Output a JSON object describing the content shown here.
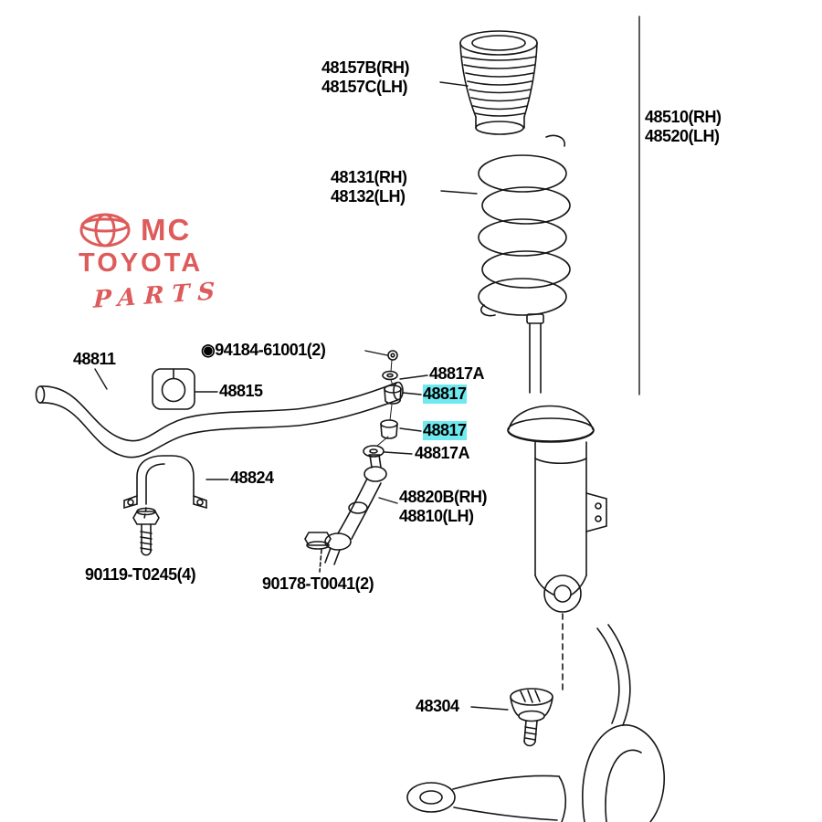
{
  "diagram": {
    "title": "toyota-front-suspension-parts-diagram",
    "highlight_color": "#6FE9F0",
    "watermark": {
      "line1": "MC",
      "line2": "TOYOTA",
      "line3": "PARTS",
      "color": "#D8403F"
    },
    "labels": {
      "dust_boot": "48157B(RH)\n48157C(LH)",
      "shock_assembly": "48510(RH)\n48520(LH)",
      "coil_spring": "48131(RH)\n48132(LH)",
      "nut_94184": "◉94184-61001(2)",
      "stabilizer_bar": "48811",
      "bushing": "48815",
      "cushion_retainer_upper": "48817A",
      "cushion_upper": "48817",
      "cushion_lower": "48817",
      "cushion_retainer_lower": "48817A",
      "bracket": "48824",
      "stabilizer_link": "48820B(RH)\n48810(LH)",
      "bolt": "90119-T0245(4)",
      "nut_90178": "90178-T0041(2)",
      "lower_mount": "48304"
    }
  }
}
